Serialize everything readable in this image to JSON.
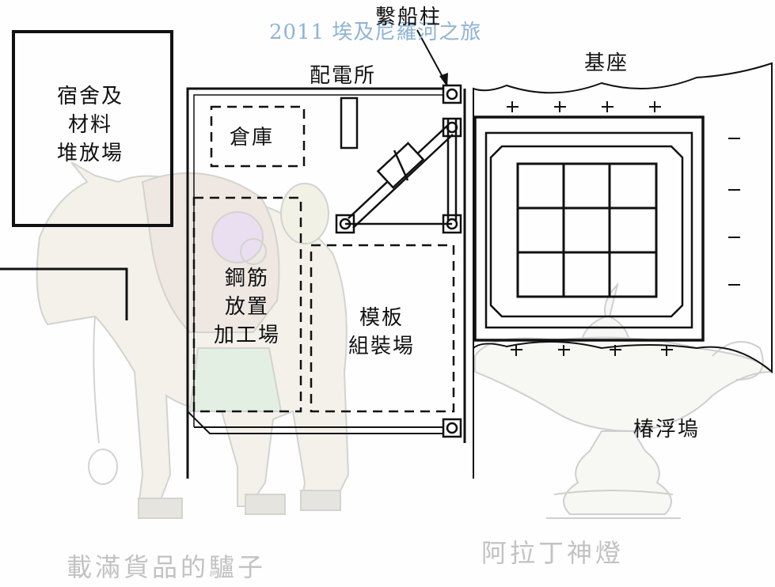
{
  "watermark": {
    "title": "2011 埃及尼羅河之旅",
    "donkey_caption": "載滿貨品的驢子",
    "lamp_caption": "阿拉丁神燈"
  },
  "labels": {
    "mooring_bollard": "繫船柱",
    "power_substation": "配電所",
    "base": "基座",
    "dormitory_yard": "宿舍及\n材料\n堆放場",
    "warehouse": "倉庫",
    "rebar_yard": "鋼筋\n放置\n加工場",
    "formwork_yard": "模板\n組裝場",
    "floating_dock": "椿浮塢"
  }
}
